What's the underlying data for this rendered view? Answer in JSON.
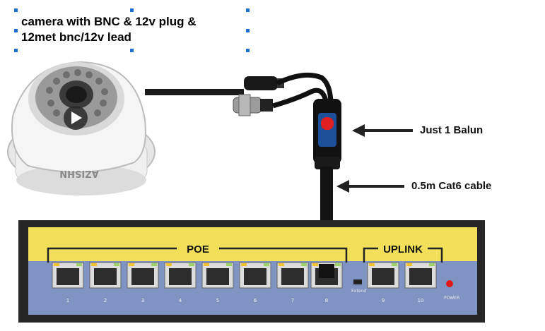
{
  "caption": "camera with BNC & 12v plug &\n12met  bnc/12v lead",
  "labels": {
    "balun": "Just 1 Balun",
    "cable": "0.5m Cat6 cable"
  },
  "camera": {
    "brand_text": "AZISHN",
    "play_icon": "play-icon"
  },
  "switch": {
    "poe_group_label": "POE",
    "uplink_group_label": "UPLINK",
    "extend_label": "Extend",
    "power_label": "POWER",
    "poe_ports": [
      "1",
      "2",
      "3",
      "4",
      "5",
      "6",
      "7",
      "8"
    ],
    "uplink_ports": [
      "9",
      "10"
    ]
  },
  "colors": {
    "switch_body": "#2b2b2b",
    "panel_yellow": "#f2e05a",
    "panel_blue": "#7f94c2",
    "balun_blue": "#1e4f9a",
    "balun_red": "#e02020",
    "power_led": "#e01818",
    "port_led": "#f2c230"
  }
}
